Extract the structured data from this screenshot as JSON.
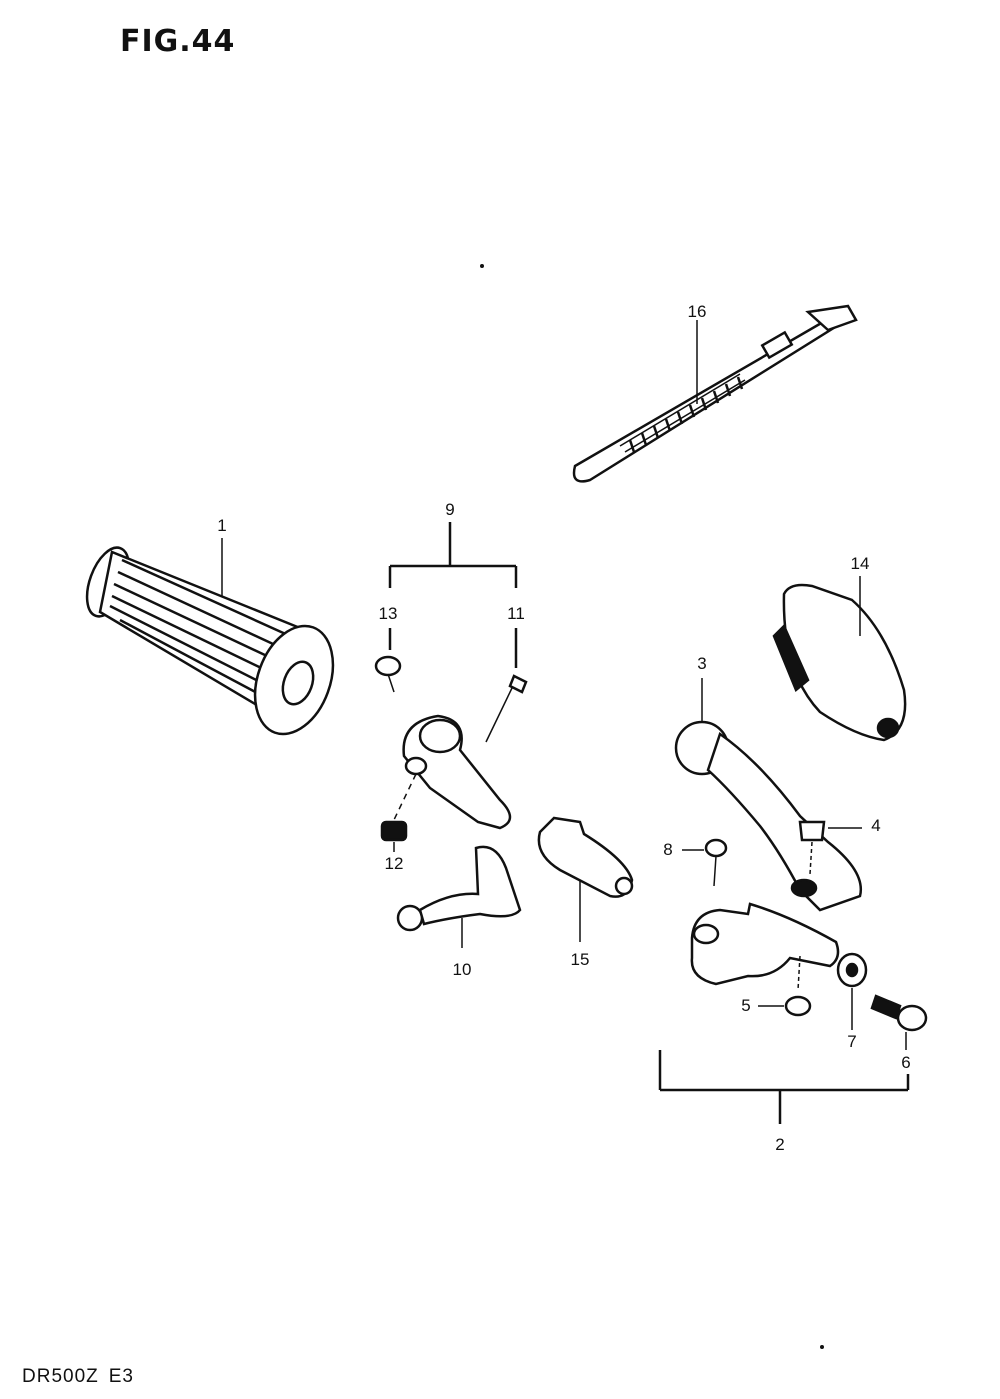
{
  "figure": {
    "title": "FIG.44",
    "model": "DR500Z",
    "region": "E3"
  },
  "callouts": {
    "c1": "1",
    "c2": "2",
    "c3": "3",
    "c4": "4",
    "c5": "5",
    "c6": "6",
    "c7": "7",
    "c8": "8",
    "c9": "9",
    "c10": "10",
    "c11": "11",
    "c12": "12",
    "c13": "13",
    "c14": "14",
    "c15": "15",
    "c16": "16"
  }
}
